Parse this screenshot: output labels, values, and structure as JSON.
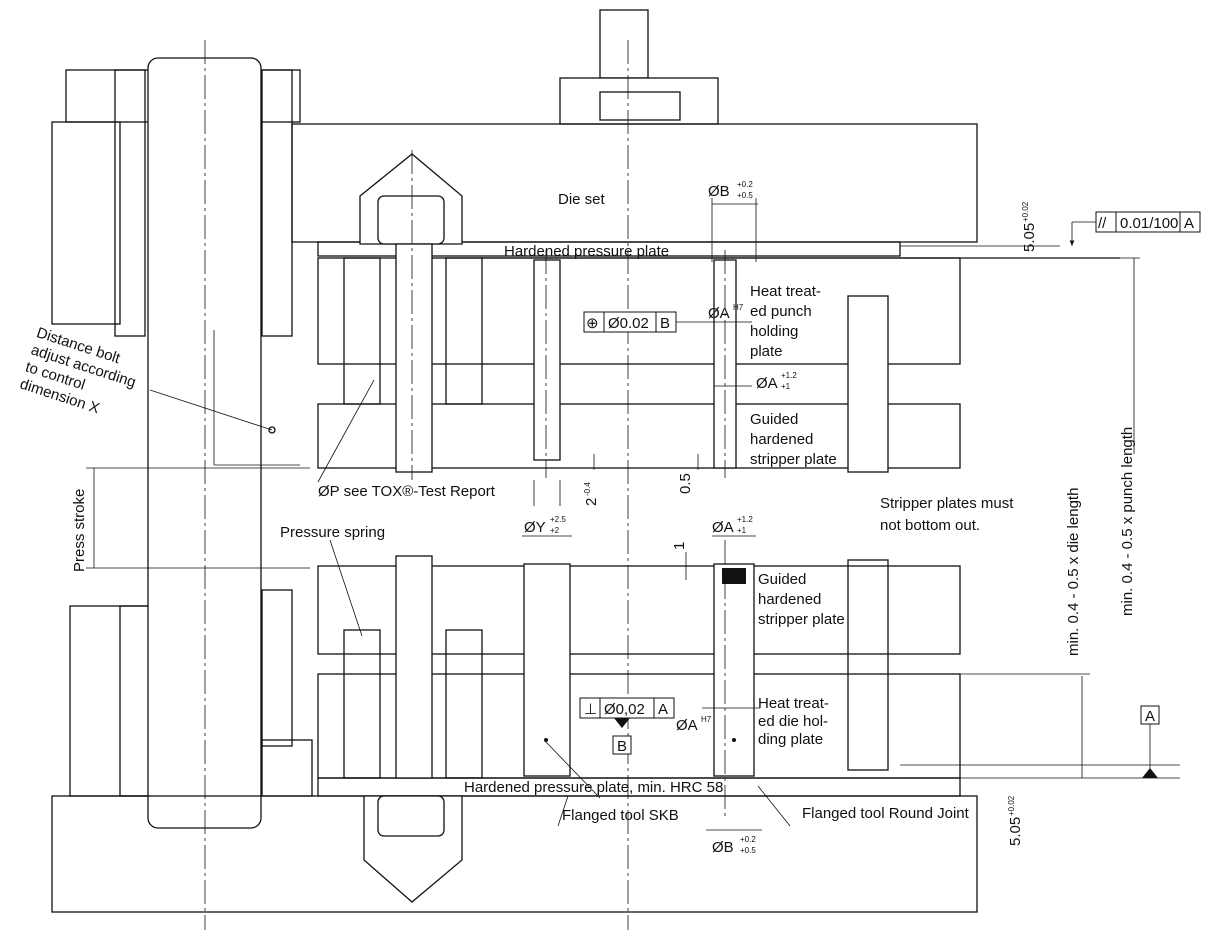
{
  "labels": {
    "die_set": "Die set",
    "hardened_pressure_plate": "Hardened pressure plate",
    "heat_treated_punch_holding_plate": [
      "Heat treat-",
      "ed punch",
      "holding",
      "plate"
    ],
    "guided_hardened_stripper_plate_top": [
      "Guided",
      "hardened",
      "stripper plate"
    ],
    "guided_hardened_stripper_plate_bottom": [
      "Guided",
      "hardened",
      "stripper plate"
    ],
    "heat_treated_die_holding_plate": [
      "Heat treat-",
      "ed die hol-",
      "ding plate"
    ],
    "distance_bolt": [
      "Distance bolt",
      "adjust according",
      "to control",
      "dimension X"
    ],
    "press_stroke": "Press stroke",
    "pressure_spring": "Pressure spring",
    "op_see_tox": "ØP see TOX®-Test Report",
    "stripper_plates_note": [
      "Stripper plates must",
      "not bottom out."
    ],
    "hardened_pressure_plate_min": "Hardened pressure plate, min. HRC 58",
    "flanged_tool_skb": "Flanged tool SKB",
    "flanged_tool_round_joint": "Flanged tool Round Joint",
    "min_punch_length": "min. 0.4 - 0.5 x punch length",
    "min_die_length": "min. 0.4 - 0.5 x die length"
  },
  "dimensions": {
    "ob_top": {
      "main": "ØB",
      "upper": "+0.2",
      "lower": "+0.5"
    },
    "oa_h7_top": {
      "main": "ØA",
      "sup": "H7"
    },
    "oa_top": {
      "main": "ØA",
      "upper": "+1.2",
      "lower": "+1"
    },
    "oy": {
      "main": "ØY",
      "upper": "+2.5",
      "lower": "+2"
    },
    "oa_bottom": {
      "main": "ØA",
      "upper": "+1.2",
      "lower": "+1"
    },
    "oa_h7_bottom": {
      "main": "ØA",
      "sup": "H7"
    },
    "ob_bottom": {
      "main": "ØB",
      "upper": "+0.2",
      "lower": "+0.5"
    },
    "dim_505_top": {
      "main": "5.05",
      "sup": "+0.02"
    },
    "dim_505_bottom": {
      "main": "5.05",
      "sup": "+0.02"
    },
    "dim_2": {
      "main": "2",
      "sup": "-0.4"
    },
    "dim_05": "0.5",
    "dim_1": "1"
  },
  "tolerances": {
    "parallelism": {
      "symbol": "//",
      "value": "0.01/100",
      "datum": "A"
    },
    "position": {
      "symbol": "⊕",
      "value": "Ø0.02",
      "datum": "B"
    },
    "perpendicularity": {
      "symbol": "⊥",
      "value": "Ø0,02",
      "datum": "A"
    }
  },
  "datums": {
    "a": "A",
    "b": "B"
  }
}
